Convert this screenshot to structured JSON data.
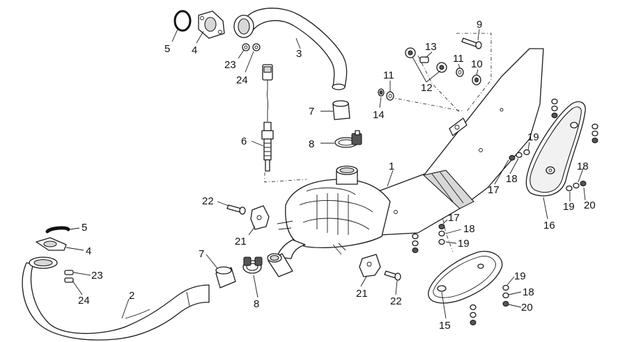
{
  "labels": {
    "l1": "1",
    "l2": "2",
    "l3": "3",
    "l4a": "4",
    "l4b": "4",
    "l5a": "5",
    "l5b": "5",
    "l6": "6",
    "l7a": "7",
    "l7b": "7",
    "l8a": "8",
    "l8b": "8",
    "l9": "9",
    "l10": "10",
    "l11a": "11",
    "l11b": "11",
    "l12": "12",
    "l13": "13",
    "l14": "14",
    "l15": "15",
    "l16": "16",
    "l17a": "17",
    "l17b": "17",
    "l18a": "18",
    "l18b": "18",
    "l18c": "18",
    "l18d": "18",
    "l19a": "19",
    "l19b": "19",
    "l19c": "19",
    "l19d": "19",
    "l20a": "20",
    "l20b": "20",
    "l21a": "21",
    "l21b": "21",
    "l22a": "22",
    "l22b": "22",
    "l23a": "23",
    "l23b": "23",
    "l24a": "24",
    "l24b": "24"
  }
}
